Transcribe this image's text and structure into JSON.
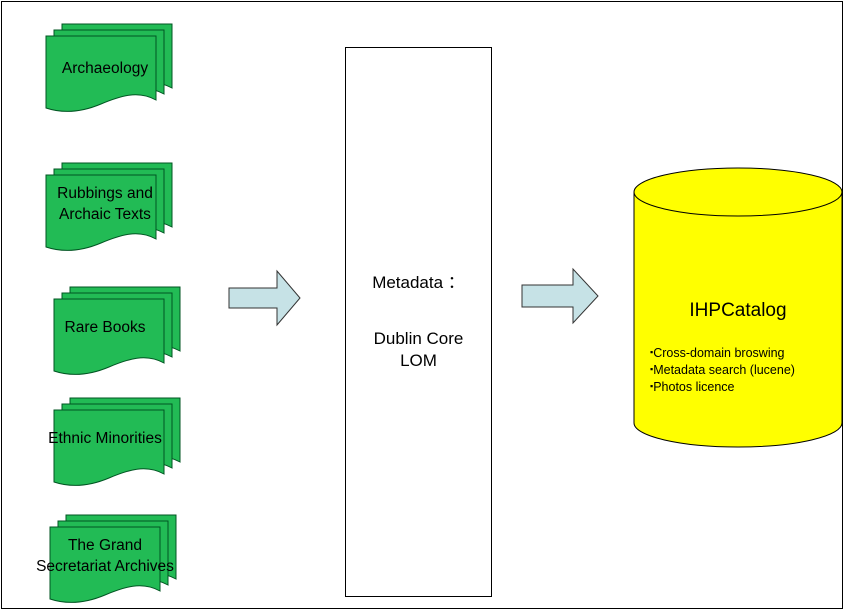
{
  "colors": {
    "source_fill": "#22bb55",
    "source_stroke": "#005522",
    "arrow_fill": "#c6e2e6",
    "arrow_stroke": "#333333",
    "db_fill": "#ffff00",
    "db_stroke": "#000000"
  },
  "sources": [
    {
      "label": "Archaeology"
    },
    {
      "label": "Rubbings and\nArchaic Texts"
    },
    {
      "label": "Rare Books"
    },
    {
      "label": "Ethnic Minorities"
    },
    {
      "label": "The Grand\nSecretariat Archives"
    }
  ],
  "metadata": {
    "title": "Metadata ：",
    "body": "Dublin Core\nLOM"
  },
  "database": {
    "title": "IHPCatalog",
    "features": [
      "Cross-domain broswing",
      "Metadata search (lucene)",
      "Photos licence"
    ]
  }
}
